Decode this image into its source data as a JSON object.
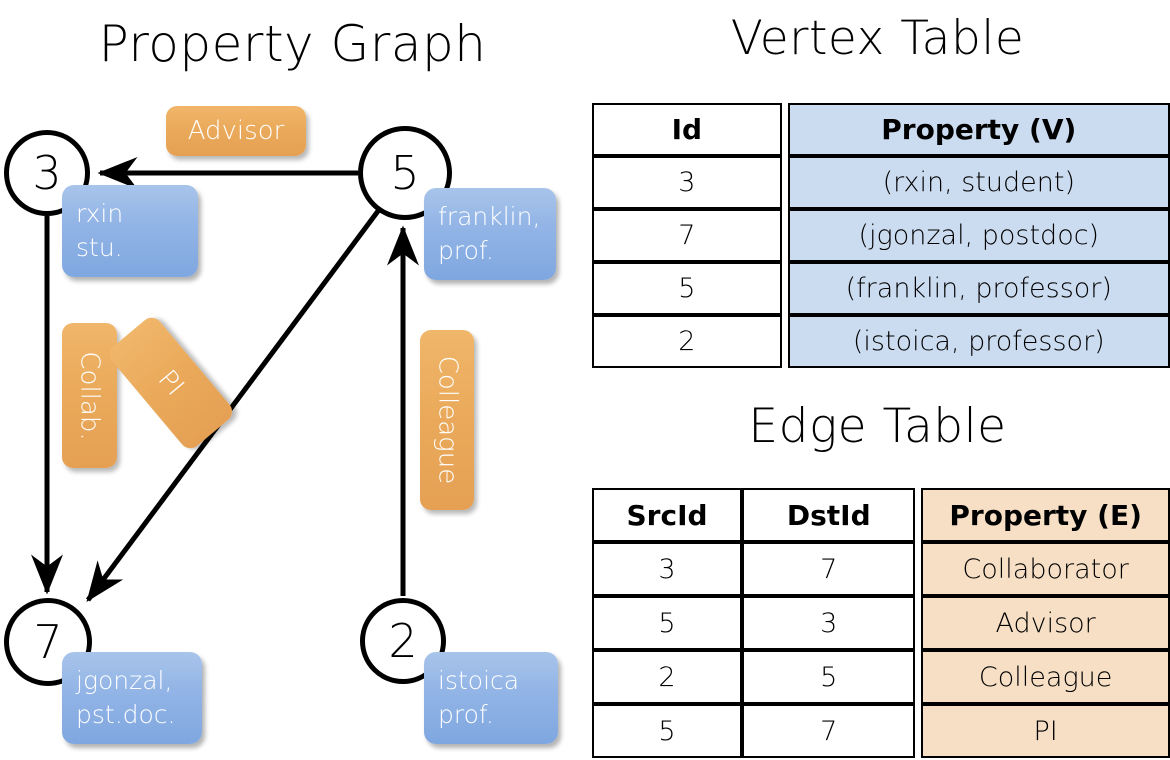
{
  "panels": {
    "graph_title": "Property Graph",
    "vertex_title": "Vertex Table",
    "edge_title": "Edge Table"
  },
  "graph": {
    "nodes": [
      {
        "id": "3",
        "property": "rxin\nstu."
      },
      {
        "id": "5",
        "property": "franklin,\nprof."
      },
      {
        "id": "7",
        "property": "jgonzal,\npst.doc."
      },
      {
        "id": "2",
        "property": "istoica\nprof."
      }
    ],
    "node_labels": {
      "n3": "3",
      "n5": "5",
      "n7": "7",
      "n2": "2"
    },
    "vertex_boxes": {
      "rxin_line1": "rxin",
      "rxin_line2": "stu.",
      "franklin_line1": "franklin,",
      "franklin_line2": "prof.",
      "jgonzal_line1": "jgonzal,",
      "jgonzal_line2": "pst.doc.",
      "istoica_line1": "istoica",
      "istoica_line2": "prof."
    },
    "edge_labels": {
      "advisor": "Advisor",
      "collab": "Collab.",
      "pi": "PI",
      "colleague": "Colleague"
    },
    "edges": [
      {
        "src": "5",
        "dst": "3",
        "label": "Advisor"
      },
      {
        "src": "3",
        "dst": "7",
        "label": "Collab."
      },
      {
        "src": "5",
        "dst": "7",
        "label": "PI"
      },
      {
        "src": "2",
        "dst": "5",
        "label": "Colleague"
      }
    ]
  },
  "vertex_table": {
    "headers": [
      "Id",
      "Property (V)"
    ],
    "rows": [
      {
        "id": "3",
        "property": "(rxin, student)"
      },
      {
        "id": "7",
        "property": "(jgonzal, postdoc)"
      },
      {
        "id": "5",
        "property": "(franklin, professor)"
      },
      {
        "id": "2",
        "property": "(istoica, professor)"
      }
    ]
  },
  "edge_table": {
    "headers": [
      "SrcId",
      "DstId",
      "Property (E)"
    ],
    "rows": [
      {
        "src": "3",
        "dst": "7",
        "property": "Collaborator"
      },
      {
        "src": "5",
        "dst": "3",
        "property": "Advisor"
      },
      {
        "src": "2",
        "dst": "5",
        "property": "Colleague"
      },
      {
        "src": "5",
        "dst": "7",
        "property": "PI"
      }
    ]
  },
  "colors": {
    "vertex_box": "#93b5e6",
    "edge_box": "#eaa95a",
    "vertex_table_cell": "#ccdcf0",
    "edge_table_cell": "#f6dfc4",
    "stroke": "#000000",
    "background": "#ffffff"
  }
}
